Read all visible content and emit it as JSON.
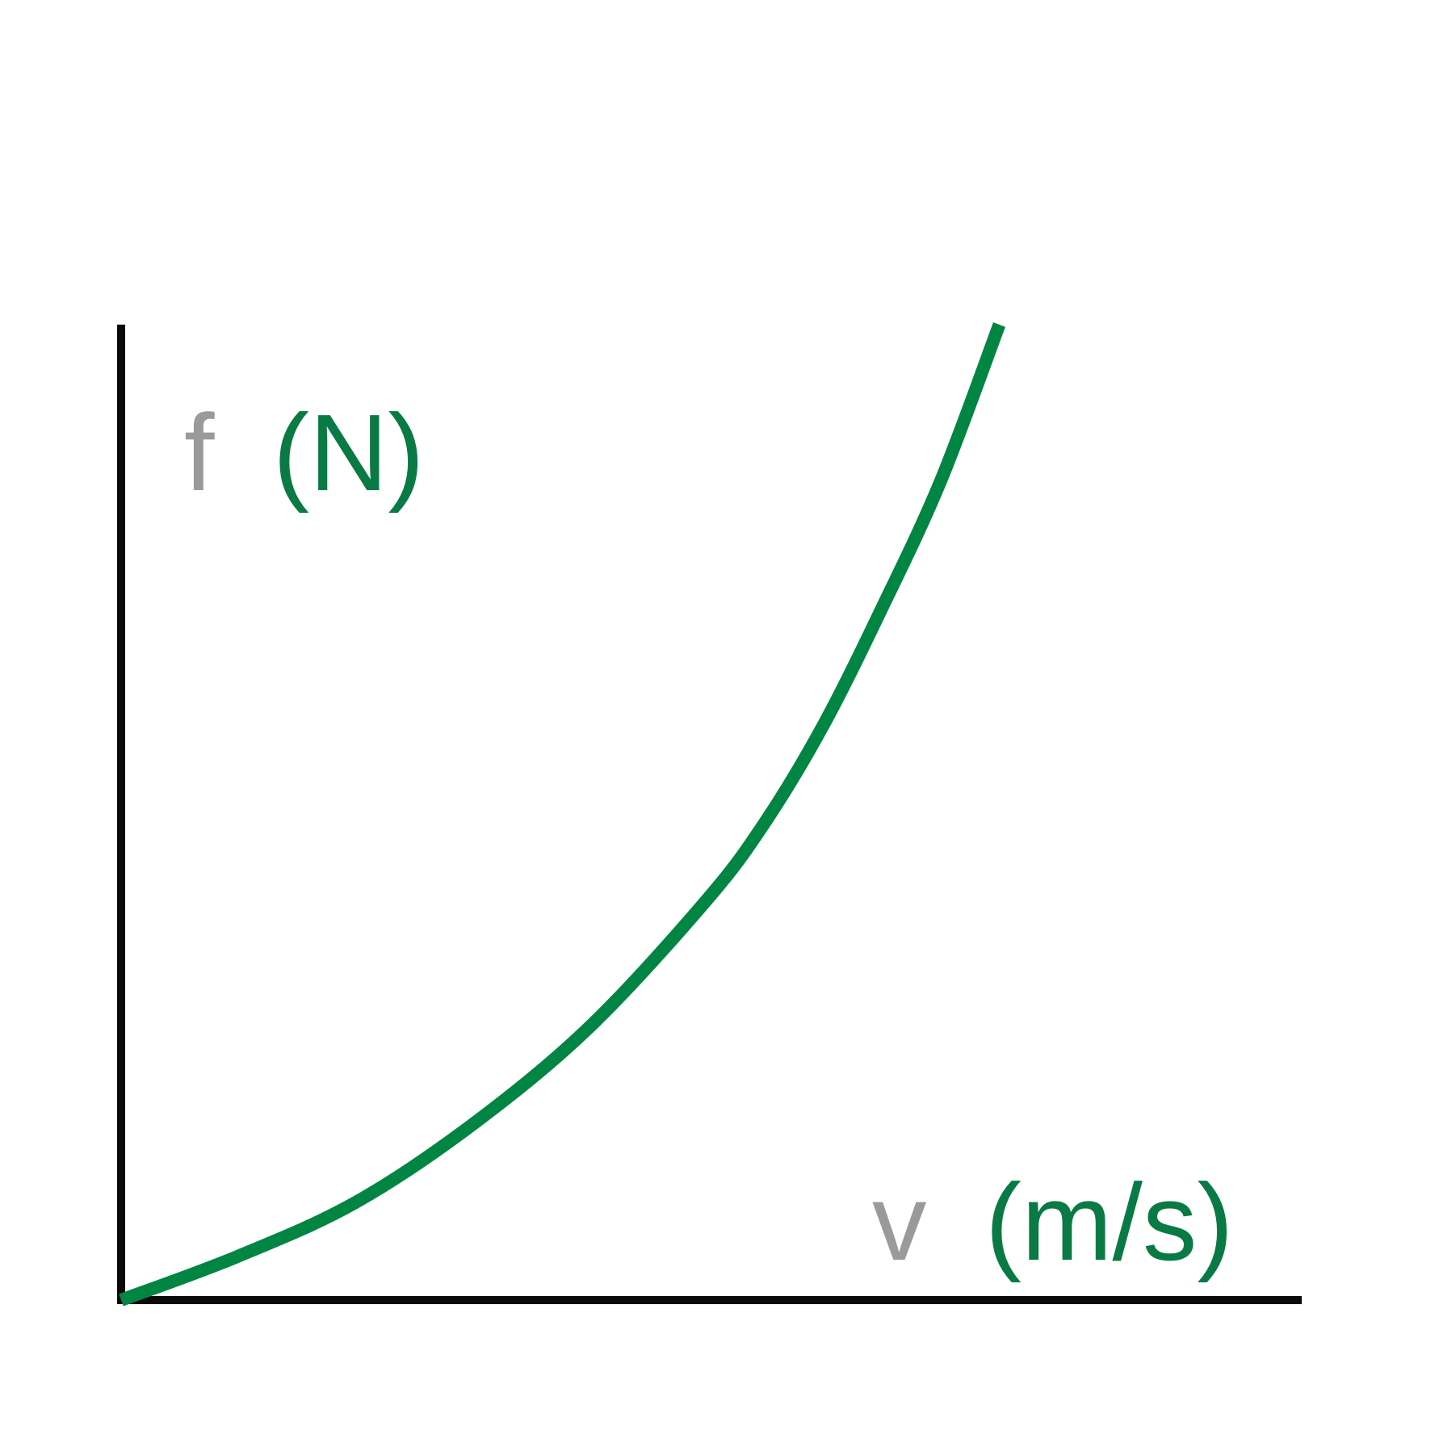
{
  "colors": {
    "background": "#ffffff",
    "axis": "#0a0a0a",
    "curve": "#008542",
    "label_symbol": "#9a9a9a",
    "label_unit": "#0a7a45"
  },
  "chart_data": {
    "type": "line",
    "title": "",
    "ylabel_symbol": "f",
    "ylabel_unit": "(N)",
    "xlabel_symbol": "v",
    "xlabel_unit": "(m/s)",
    "grid": false,
    "legend": "none",
    "ticks": "none",
    "xlim": [
      0,
      1
    ],
    "ylim": [
      0,
      1
    ],
    "series": [
      {
        "points": [
          [
            0.0,
            0.0
          ],
          [
            0.1,
            0.045
          ],
          [
            0.2,
            0.1
          ],
          [
            0.3,
            0.18
          ],
          [
            0.4,
            0.28
          ],
          [
            0.5,
            0.41
          ],
          [
            0.55,
            0.49
          ],
          [
            0.6,
            0.59
          ],
          [
            0.65,
            0.71
          ],
          [
            0.7,
            0.84
          ],
          [
            0.75,
            1.0
          ]
        ]
      }
    ]
  }
}
